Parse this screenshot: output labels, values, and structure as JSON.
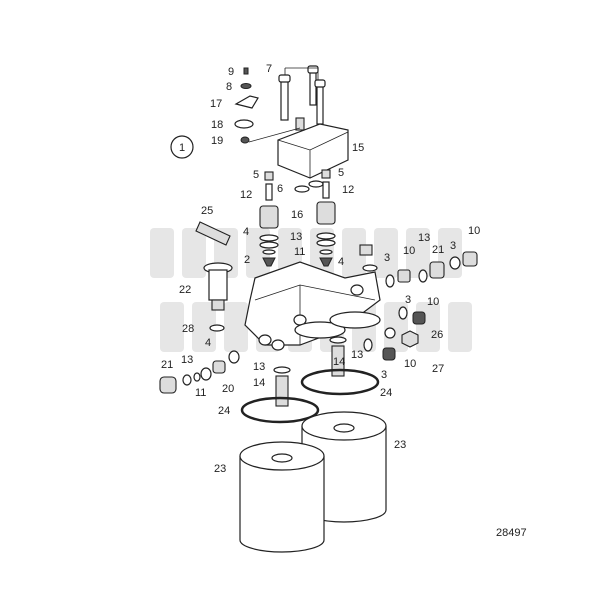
{
  "diagram": {
    "watermark": [
      "PROPERTY OF",
      "VOLVO PENTA"
    ],
    "group_marker": "1",
    "drawing_number": "28497",
    "callouts": [
      "9",
      "8",
      "17",
      "18",
      "19",
      "7",
      "15",
      "5",
      "5",
      "6",
      "12",
      "12",
      "25",
      "16",
      "4",
      "13",
      "11",
      "4",
      "2",
      "10",
      "13",
      "21",
      "3",
      "10",
      "3",
      "22",
      "3",
      "10",
      "28",
      "26",
      "27",
      "10",
      "3",
      "13",
      "14",
      "4",
      "21",
      "13",
      "11",
      "20",
      "13",
      "14",
      "24",
      "24",
      "23",
      "23"
    ]
  }
}
